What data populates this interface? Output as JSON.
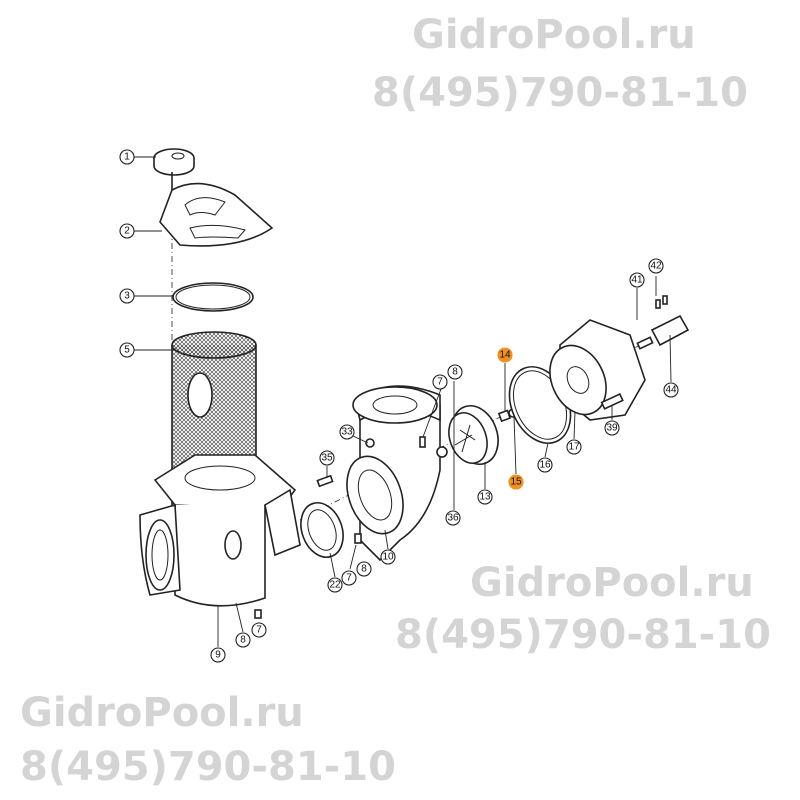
{
  "watermarks": {
    "top_site": "GidroPool.ru",
    "top_phone": "8(495)790-81-10",
    "mid_site": "GidroPool.ru",
    "mid_phone": "8(495)790-81-10",
    "bottom_site": "GidroPool.ru",
    "bottom_phone": "8(495)790-81-10"
  },
  "highlight_color": "#f0901e",
  "callouts": [
    {
      "id": "c1",
      "label": "1"
    },
    {
      "id": "c2",
      "label": "2"
    },
    {
      "id": "c3",
      "label": "3"
    },
    {
      "id": "c5",
      "label": "5"
    },
    {
      "id": "c9",
      "label": "9"
    },
    {
      "id": "c8a",
      "label": "8"
    },
    {
      "id": "c7a",
      "label": "7"
    },
    {
      "id": "c22",
      "label": "22"
    },
    {
      "id": "c7b",
      "label": "7"
    },
    {
      "id": "c8b",
      "label": "8"
    },
    {
      "id": "c10",
      "label": "10"
    },
    {
      "id": "c35",
      "label": "35"
    },
    {
      "id": "c33",
      "label": "33"
    },
    {
      "id": "c7c",
      "label": "7"
    },
    {
      "id": "c8c",
      "label": "8"
    },
    {
      "id": "c36",
      "label": "36"
    },
    {
      "id": "c13",
      "label": "13"
    },
    {
      "id": "c14",
      "label": "14",
      "highlighted": true
    },
    {
      "id": "c15",
      "label": "15",
      "highlighted": true
    },
    {
      "id": "c16",
      "label": "16"
    },
    {
      "id": "c17",
      "label": "17"
    },
    {
      "id": "c39",
      "label": "39"
    },
    {
      "id": "c44",
      "label": "44"
    },
    {
      "id": "c41",
      "label": "41"
    },
    {
      "id": "c42",
      "label": "42"
    }
  ]
}
